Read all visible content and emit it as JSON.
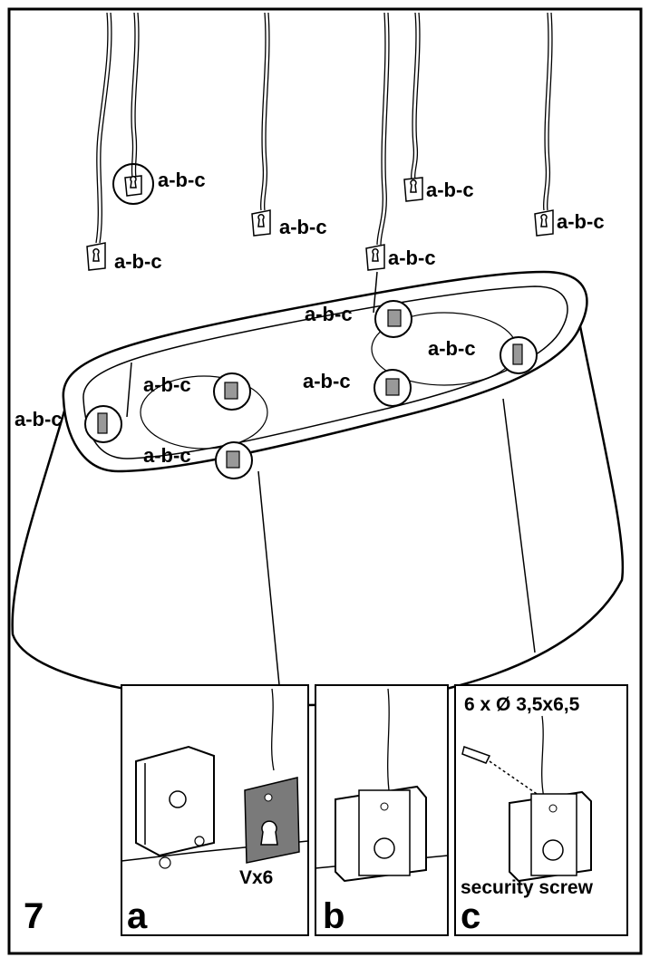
{
  "step_number": "7",
  "bracket_label": "a-b-c",
  "panels": {
    "a": {
      "letter": "a",
      "quantity": "Vx6"
    },
    "b": {
      "letter": "b"
    },
    "c": {
      "letter": "c",
      "screw_spec": "6 x Ø 3,5x6,5",
      "screw_caption": "security screw"
    }
  },
  "colors": {
    "line": "#000000",
    "bracket_fill": "#7a7a7a",
    "hood_fill": "#ffffff"
  }
}
